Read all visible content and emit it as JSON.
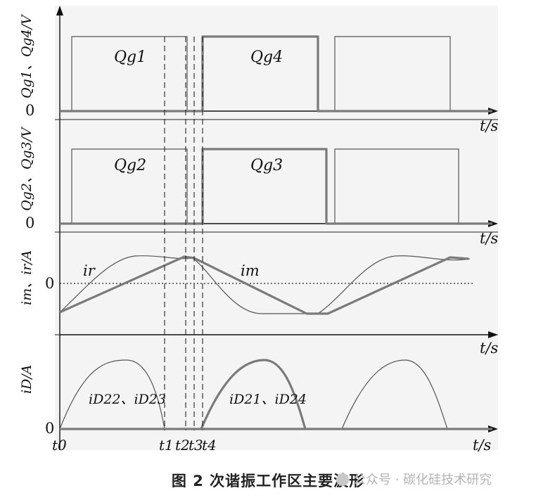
{
  "figure": {
    "caption": "图 2   次谐振工作区主要波形",
    "watermark": "公众号 · 碳化硅技术研究",
    "time_axis_label": "t/s",
    "zero_label": "0"
  },
  "panels": {
    "gate14": {
      "ylabel": "Qg1、Qg4/V",
      "signal_labels": [
        "Qg1",
        "Qg4"
      ]
    },
    "gate23": {
      "ylabel": "Qg2、Qg3/V",
      "signal_labels": [
        "Qg2",
        "Qg3"
      ]
    },
    "currents": {
      "ylabel": "im、ir/A",
      "zero_label": "0",
      "signal_labels": [
        "ir",
        "im"
      ]
    },
    "diode": {
      "ylabel": "iD/A",
      "zero_label": "0",
      "signal_labels": [
        "iD22、iD23",
        "iD21、iD24"
      ]
    }
  },
  "time_markers": [
    "t0",
    "t1",
    "t2",
    "t3",
    "t4"
  ],
  "colors": {
    "axis": "#111111",
    "thin_trace": "#555555",
    "thick_trace": "#7a7a7a",
    "panel_background": "#f4f4f4"
  },
  "icons": {
    "watermark_icon": "wechat-icon"
  }
}
